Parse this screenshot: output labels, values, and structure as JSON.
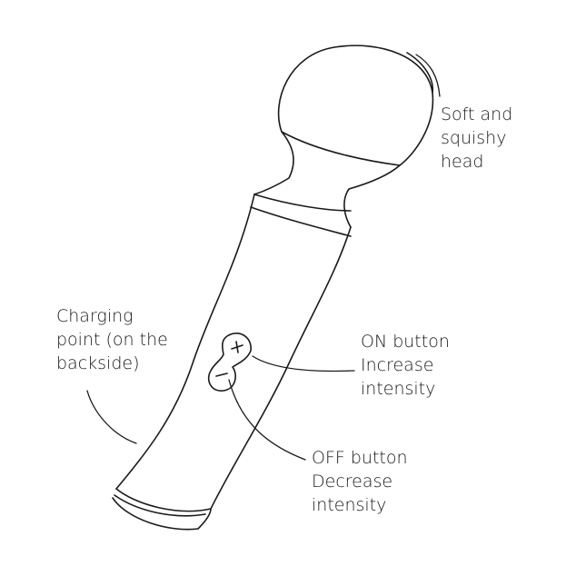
{
  "labels": {
    "head": [
      "Soft and",
      "squishy",
      "head"
    ],
    "charging": [
      "Charging",
      "point (on the",
      "backside)"
    ],
    "on_button": [
      "ON button",
      "Increase",
      "intensity"
    ],
    "off_button": [
      "OFF button",
      "Decrease",
      "intensity"
    ]
  },
  "icons": {
    "plus": "plus-icon",
    "minus": "minus-icon"
  },
  "colors": {
    "line": "#1a1a1a",
    "background": "#ffffff"
  }
}
